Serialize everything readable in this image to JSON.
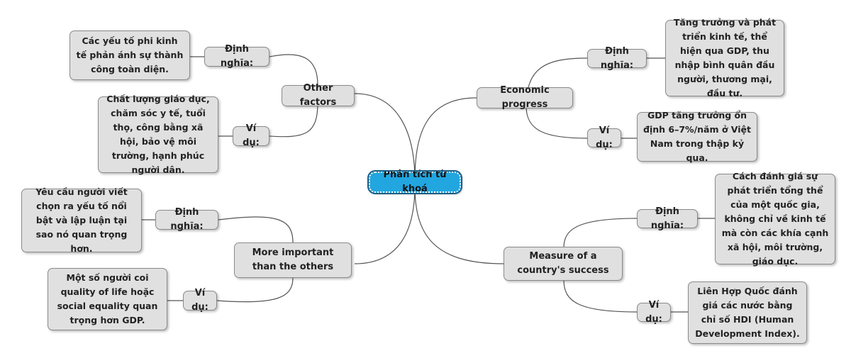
{
  "center": "Phân tích từ khoá",
  "branches": {
    "economic": {
      "title": "Economic progress",
      "def_label": "Định nghĩa:",
      "def_text": "Tăng trưởng và phát triển kinh tế, thể hiện qua GDP, thu nhập bình quân đầu người, thương mại, đầu tư.",
      "ex_label": "Ví dụ:",
      "ex_text": "GDP tăng trưởng ổn định 6–7%/năm ở Việt Nam trong thập kỷ qua."
    },
    "measure": {
      "title": "Measure of a country's success",
      "def_label": "Định nghĩa:",
      "def_text": "Cách đánh giá sự phát triển tổng thể của một quốc gia, không chỉ về kinh tế mà còn các khía cạnh xã hội, môi trường, giáo dục.",
      "ex_label": "Ví dụ:",
      "ex_text": "Liên Hợp Quốc đánh giá các nước bằng chỉ số HDI (Human Development Index)."
    },
    "other": {
      "title": "Other factors",
      "def_label": "Định nghĩa:",
      "def_text": "Các yếu tố phi kinh tế phản ánh sự thành công toàn diện.",
      "ex_label": "Ví dụ:",
      "ex_text": "Chất lượng giáo dục, chăm sóc y tế, tuổi thọ, công bằng xã hội, bảo vệ môi trường, hạnh phúc người dân."
    },
    "important": {
      "title": "More important than the others",
      "def_label": "Định nghĩa:",
      "def_text": "Yêu cầu người viết chọn ra yếu tố nổi bật và lập luận tại sao nó quan trọng hơn.",
      "ex_label": "Ví dụ:",
      "ex_text": "Một số người coi quality of life hoặc social equality quan trọng hơn GDP."
    }
  }
}
